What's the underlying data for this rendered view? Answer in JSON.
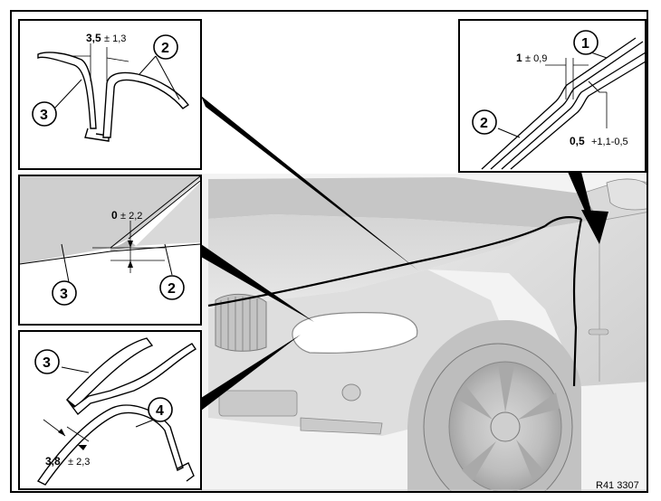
{
  "figure_ref": "R41 3307",
  "detail_top_left": {
    "dimension_value": "3,5",
    "dimension_tolerance": "± 1,3",
    "callouts": [
      "2",
      "3"
    ]
  },
  "detail_top_right": {
    "dimension_a_value": "1",
    "dimension_a_tolerance": "± 0,9",
    "dimension_b_value": "0,5",
    "dimension_b_tolerance": "+1,1-0,5",
    "callouts": [
      "1",
      "2"
    ]
  },
  "detail_middle_left": {
    "dimension_value": "0",
    "dimension_tolerance": "± 2,2",
    "callouts": [
      "3",
      "2"
    ]
  },
  "detail_bottom_left": {
    "dimension_value": "3,8",
    "dimension_tolerance": "± 2,3",
    "callouts": [
      "3",
      "4"
    ]
  }
}
